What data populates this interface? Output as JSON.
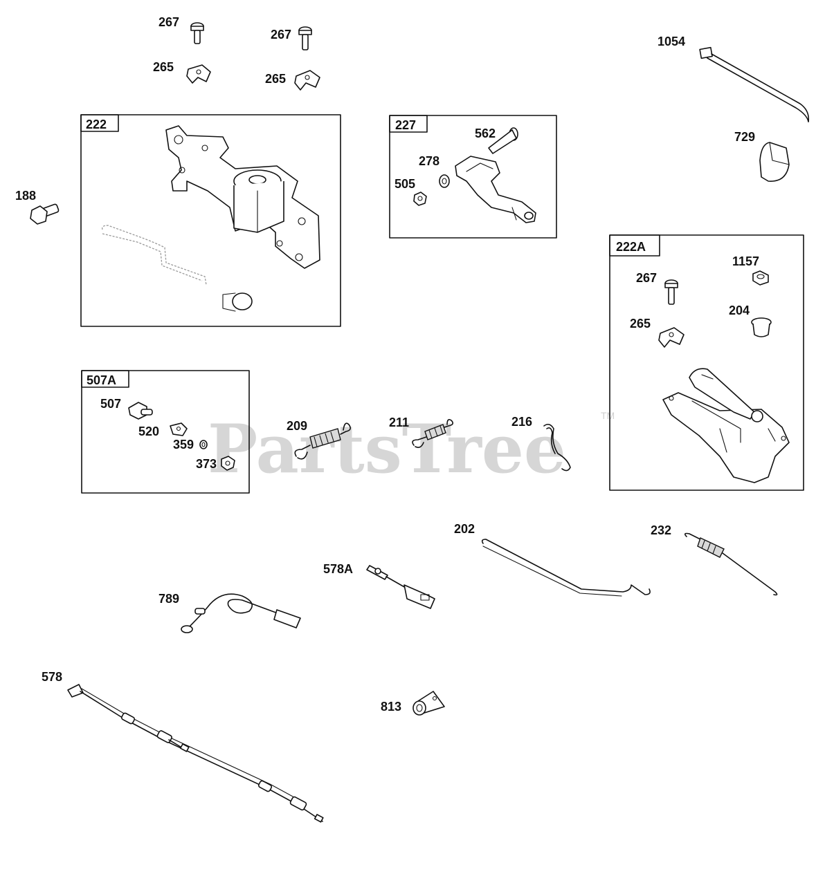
{
  "watermark": {
    "text": "PartsTree",
    "mark": "TM"
  },
  "boxes": {
    "b222": "222",
    "b227": "227",
    "b222a": "222A",
    "b507a": "507A"
  },
  "labels": {
    "p267a": "267",
    "p267b": "267",
    "p265a": "265",
    "p265b": "265",
    "p1054": "1054",
    "p729": "729",
    "p188": "188",
    "p562": "562",
    "p278": "278",
    "p505": "505",
    "p1157": "1157",
    "p267c": "267",
    "p204": "204",
    "p265c": "265",
    "p507": "507",
    "p520": "520",
    "p359": "359",
    "p373": "373",
    "p209": "209",
    "p211": "211",
    "p216": "216",
    "p202": "202",
    "p232": "232",
    "p578A": "578A",
    "p789": "789",
    "p578": "578",
    "p813": "813"
  }
}
